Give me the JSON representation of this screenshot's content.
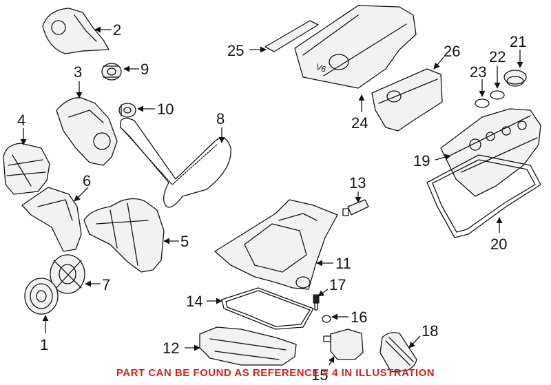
{
  "callouts": {
    "c1": "1",
    "c2": "2",
    "c3": "3",
    "c4": "4",
    "c5": "5",
    "c6": "6",
    "c7": "7",
    "c8": "8",
    "c9": "9",
    "c10": "10",
    "c11": "11",
    "c12": "12",
    "c13": "13",
    "c14": "14",
    "c15": "15",
    "c16": "16",
    "c17": "17",
    "c18": "18",
    "c19": "19",
    "c20": "20",
    "c21": "21",
    "c22": "22",
    "c23": "23",
    "c24": "24",
    "c25": "25",
    "c26": "26"
  },
  "engine_cover_badge": "V6",
  "footer_note": "PART CAN BE FOUND AS REFERENCE # 4 IN ILLUSTRATION",
  "colors": {
    "line": "#111111",
    "footer": "#d42020",
    "background": "#ffffff"
  }
}
